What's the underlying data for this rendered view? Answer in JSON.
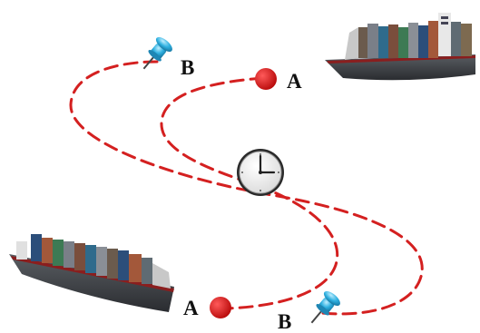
{
  "labels": {
    "top_a": "A",
    "top_b": "B",
    "bottom_a": "A",
    "bottom_b": "B"
  },
  "colors": {
    "route": "#d42020",
    "marker_a": "#d11010",
    "pin": "#27a6d8",
    "hull": "#3c3f44",
    "hull_stripe": "#8a1e1e",
    "clock_face": "#ffffff"
  },
  "icons": [
    "ship-icon",
    "ship-icon",
    "pushpin-icon",
    "pushpin-icon",
    "clock-icon",
    "location-dot-icon"
  ]
}
